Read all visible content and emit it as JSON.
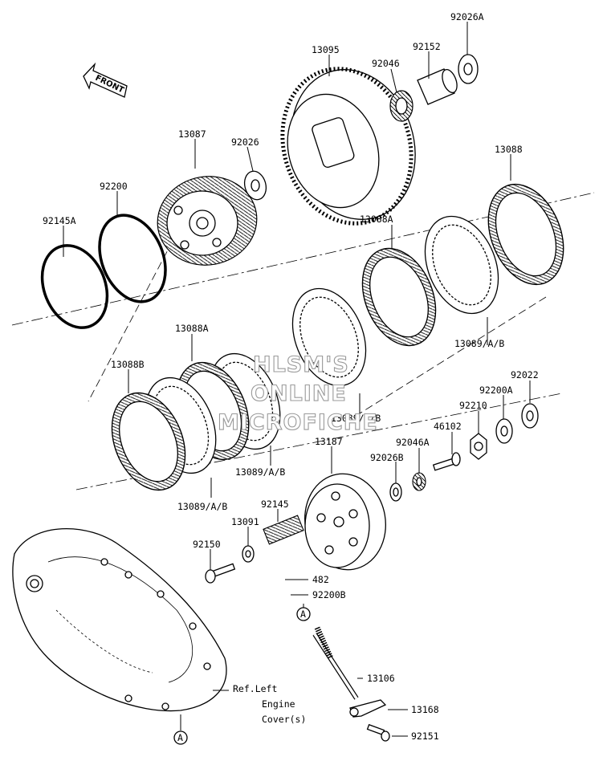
{
  "diagram": {
    "watermark": [
      "HLSM'S",
      "ONLINE",
      "MICROFICHE"
    ],
    "front_label": "FRONT",
    "ref_note": [
      "Ref.Left",
      "Engine",
      "Cover(s)"
    ],
    "callout": "A",
    "parts": [
      {
        "id": "p92026A",
        "label": "92026A"
      },
      {
        "id": "p13095",
        "label": "13095"
      },
      {
        "id": "p92152",
        "label": "92152"
      },
      {
        "id": "p92046",
        "label": "92046"
      },
      {
        "id": "p13087",
        "label": "13087"
      },
      {
        "id": "p92026",
        "label": "92026"
      },
      {
        "id": "p92200",
        "label": "92200"
      },
      {
        "id": "p92145A",
        "label": "92145A"
      },
      {
        "id": "p13088",
        "label": "13088"
      },
      {
        "id": "p13088A_top",
        "label": "13088A"
      },
      {
        "id": "p13089_top",
        "label": "13089/A/B"
      },
      {
        "id": "p13088A_mid",
        "label": "13088A"
      },
      {
        "id": "p13088B",
        "label": "13088B"
      },
      {
        "id": "p13089_mid",
        "label": "13089/A/B"
      },
      {
        "id": "p13089_low",
        "label": "13089/A/B"
      },
      {
        "id": "p13089_left",
        "label": "13089/A/B"
      },
      {
        "id": "p92022",
        "label": "92022"
      },
      {
        "id": "p92200A",
        "label": "92200A"
      },
      {
        "id": "p92210",
        "label": "92210"
      },
      {
        "id": "p46102",
        "label": "46102"
      },
      {
        "id": "p13187",
        "label": "13187"
      },
      {
        "id": "p92046A",
        "label": "92046A"
      },
      {
        "id": "p92026B",
        "label": "92026B"
      },
      {
        "id": "p92145",
        "label": "92145"
      },
      {
        "id": "p13091",
        "label": "13091"
      },
      {
        "id": "p92150",
        "label": "92150"
      },
      {
        "id": "p482",
        "label": "482"
      },
      {
        "id": "p92200B",
        "label": "92200B"
      },
      {
        "id": "p13106",
        "label": "13106"
      },
      {
        "id": "p13168",
        "label": "13168"
      },
      {
        "id": "p92151",
        "label": "92151"
      }
    ]
  }
}
